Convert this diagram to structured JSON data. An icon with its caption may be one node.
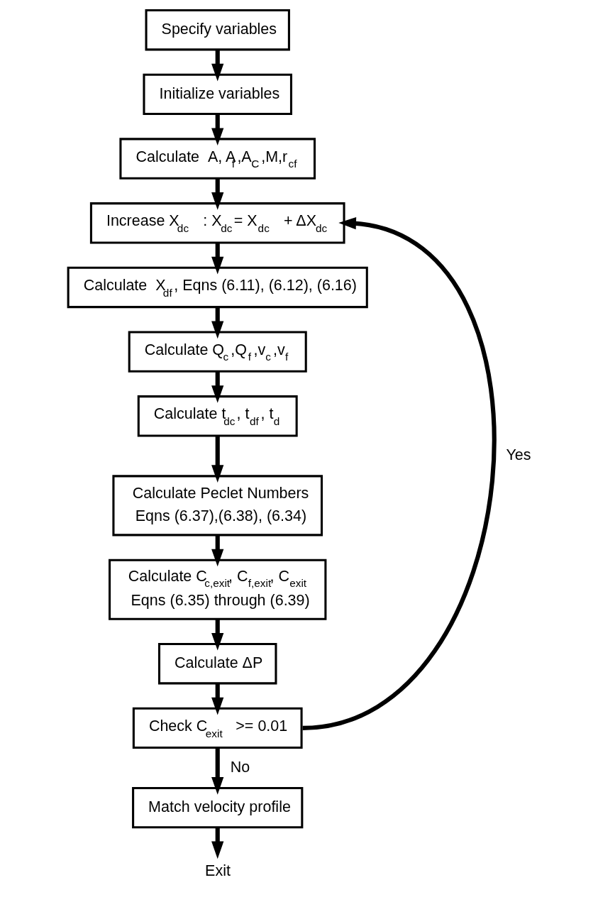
{
  "diagram": {
    "nodes": [
      {
        "text": [
          "Specify variables"
        ]
      },
      {
        "text": [
          "Initialize variables"
        ]
      },
      {
        "text": [
          "Calculate  A, A$_{f}$,A$_{C}$,M,r$_{cf}$"
        ]
      },
      {
        "text": [
          "Increase X$_{dc}$ : X$_{dc}$= X$_{dc}$ + ΔX$_{dc}$"
        ]
      },
      {
        "text": [
          "Calculate  X$_{df}$, Eqns (6.11), (6.12), (6.16)"
        ]
      },
      {
        "text": [
          "Calculate Q$_{c}$,Q$_{f}$,v$_{c}$,v$_{f}$"
        ]
      },
      {
        "text": [
          "Calculate t$_{dc}$, t$_{df}$, t$_{d}$"
        ]
      },
      {
        "text": [
          "Calculate Peclet Numbers",
          "Eqns (6.37),(6.38), (6.34)"
        ]
      },
      {
        "text": [
          "Calculate C$_{c,exit}$, C$_{f,exit}$, C$_{exit}$",
          "Eqns (6.35) through (6.39)"
        ]
      },
      {
        "text": [
          "Calculate ΔP"
        ]
      },
      {
        "text": [
          "Check C$_{exit}$ >= 0.01"
        ]
      },
      {
        "text": [
          "Match velocity profile"
        ]
      },
      {
        "text": [
          "Exit"
        ]
      }
    ],
    "edges": [
      {
        "from": 0,
        "to": 1,
        "arrow": "to"
      },
      {
        "from": 1,
        "to": 2,
        "arrow": "to"
      },
      {
        "from": 2,
        "to": 3,
        "arrow": "to"
      },
      {
        "from": 3,
        "to": 4,
        "arrow": "to"
      },
      {
        "from": 4,
        "to": 5,
        "arrow": "to"
      },
      {
        "from": 5,
        "to": 6,
        "arrow": "to"
      },
      {
        "from": 6,
        "to": 7,
        "arrow": "to"
      },
      {
        "from": 7,
        "to": 8,
        "arrow": "to"
      },
      {
        "from": 8,
        "to": 9,
        "arrow": "to"
      },
      {
        "from": 9,
        "to": 10,
        "arrow": "to"
      },
      {
        "from": 10,
        "to": 3,
        "arrow": "to",
        "label": "Yes"
      },
      {
        "from": 10,
        "to": 11,
        "arrow": "to",
        "label": "No"
      },
      {
        "from": 11,
        "to": 12,
        "arrow": "to"
      }
    ]
  }
}
